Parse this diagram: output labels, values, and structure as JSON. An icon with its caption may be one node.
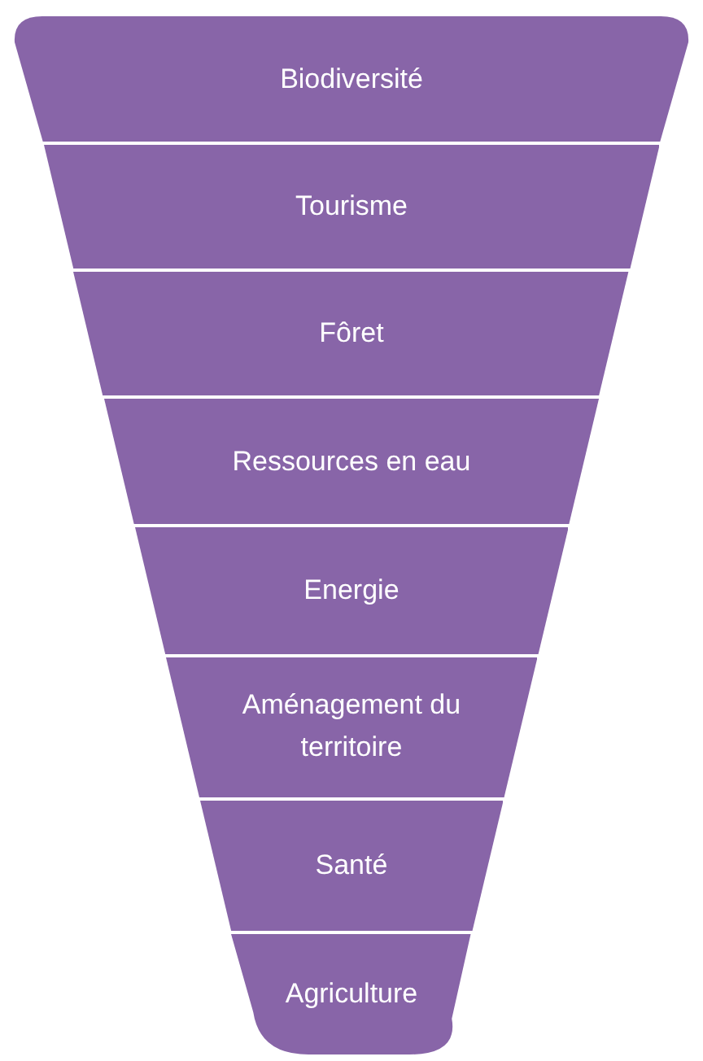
{
  "diagram": {
    "nodes": [
      {
        "text": [
          "Biodiversité"
        ]
      },
      {
        "text": [
          "Tourisme"
        ]
      },
      {
        "text": [
          "Fôret"
        ]
      },
      {
        "text": [
          "Ressources en eau"
        ]
      },
      {
        "text": [
          "Energie"
        ]
      },
      {
        "text": [
          "Aménagement du territoire"
        ]
      },
      {
        "text": [
          "Santé"
        ]
      },
      {
        "text": [
          "Agriculture"
        ]
      }
    ]
  }
}
